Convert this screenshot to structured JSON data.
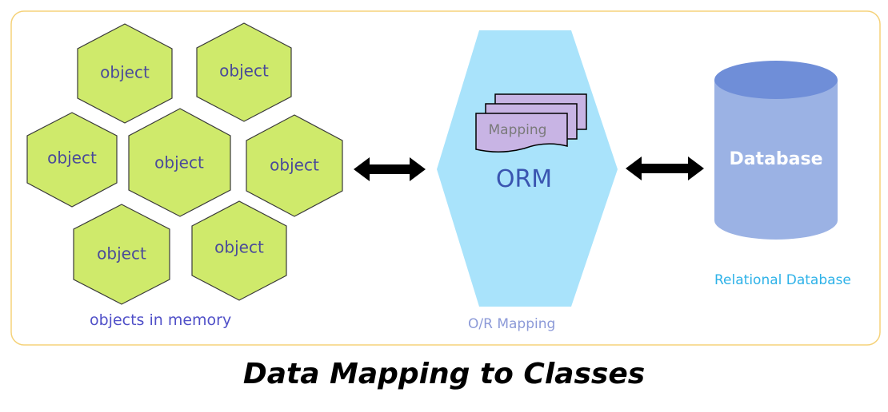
{
  "title": "Data Mapping to Classes",
  "objects": {
    "items": [
      "object",
      "object",
      "object",
      "object",
      "object",
      "object",
      "object"
    ],
    "caption": "objects in memory"
  },
  "orm": {
    "mapping_label": "Mapping",
    "label": "ORM",
    "caption": "O/R Mapping"
  },
  "database": {
    "label": "Database",
    "caption": "Relational Database"
  },
  "colors": {
    "frame_border": "#f5d27a",
    "hexagon_fill": "#cfea6b",
    "orm_fill": "#a9e3fb",
    "mapping_fill": "#c8b4e4",
    "database_body": "#9bb2e4",
    "database_top": "#6f8ed8"
  }
}
